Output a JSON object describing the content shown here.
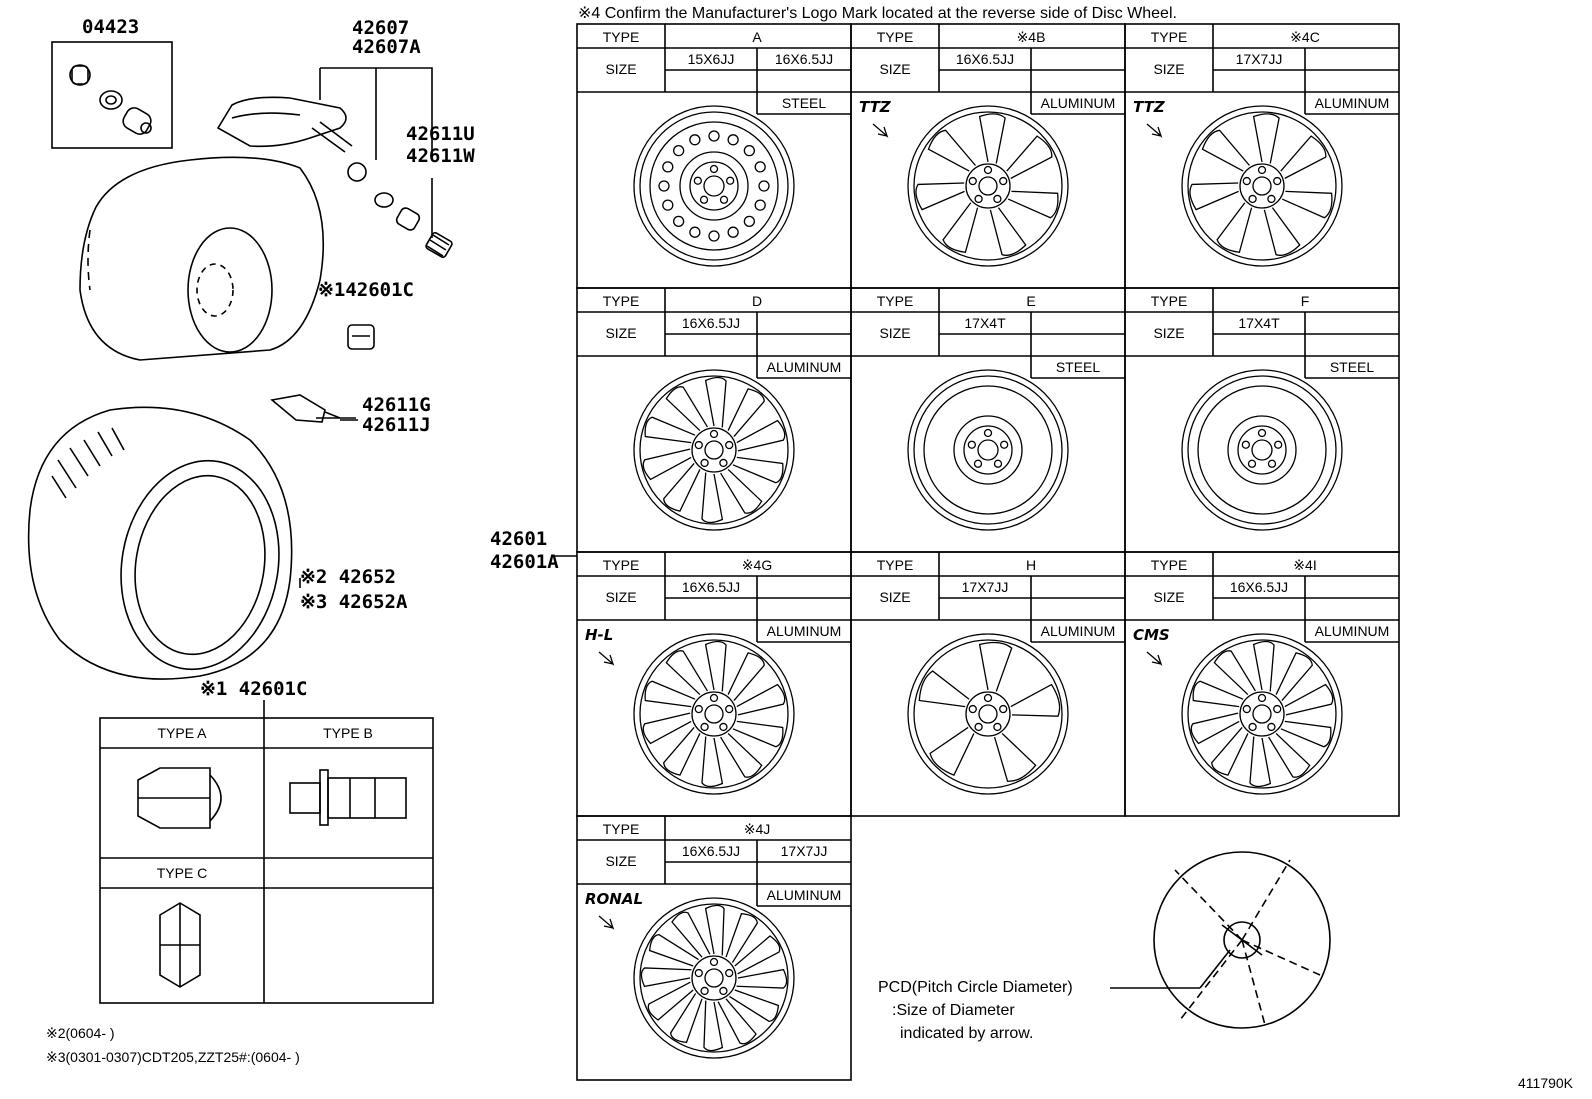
{
  "note4_header": "※4 Confirm the Manufacturer's Logo Mark located at the reverse side of Disc Wheel.",
  "left": {
    "p04423": "04423",
    "p42607": "42607",
    "p42607A": "42607A",
    "p42611U": "42611U",
    "p42611W": "42611W",
    "p42601C_a": "※142601C",
    "p42611G": "42611G",
    "p42611J": "42611J",
    "p42652": "※2 42652",
    "p42652A": "※3 42652A",
    "p42601C_b": "※1 42601C",
    "p42601": "42601",
    "p42601A": "42601A"
  },
  "nut_table": {
    "type_a": "TYPE A",
    "type_b": "TYPE B",
    "type_c": "TYPE C"
  },
  "labels": {
    "type": "TYPE",
    "size": "SIZE"
  },
  "wheels": [
    {
      "type": "A",
      "size1": "15X6JJ",
      "size2": "16X6.5JJ",
      "material": "STEEL",
      "logo": ""
    },
    {
      "type": "※4B",
      "size1": "16X6.5JJ",
      "size2": "",
      "material": "ALUMINUM",
      "logo": "TTZ"
    },
    {
      "type": "※4C",
      "size1": "17X7JJ",
      "size2": "",
      "material": "ALUMINUM",
      "logo": "TTZ"
    },
    {
      "type": "D",
      "size1": "16X6.5JJ",
      "size2": "",
      "material": "ALUMINUM",
      "logo": ""
    },
    {
      "type": "E",
      "size1": "17X4T",
      "size2": "",
      "material": "STEEL",
      "logo": ""
    },
    {
      "type": "F",
      "size1": "17X4T",
      "size2": "",
      "material": "STEEL",
      "logo": ""
    },
    {
      "type": "※4G",
      "size1": "16X6.5JJ",
      "size2": "",
      "material": "ALUMINUM",
      "logo": "H-L"
    },
    {
      "type": "H",
      "size1": "17X7JJ",
      "size2": "",
      "material": "ALUMINUM",
      "logo": ""
    },
    {
      "type": "※4I",
      "size1": "16X6.5JJ",
      "size2": "",
      "material": "ALUMINUM",
      "logo": "CMS"
    },
    {
      "type": "※4J",
      "size1": "16X6.5JJ",
      "size2": "17X7JJ",
      "material": "ALUMINUM",
      "logo": "RONAL"
    }
  ],
  "pcd": {
    "line1": "PCD(Pitch Circle Diameter)",
    "line2": ":Size of Diameter",
    "line3": "indicated by arrow."
  },
  "footnotes": {
    "n2": "※2(0604-      )",
    "n3": "※3(0301-0307)CDT205,ZZT25#:(0604-      )"
  },
  "diagram_code": "411790K"
}
